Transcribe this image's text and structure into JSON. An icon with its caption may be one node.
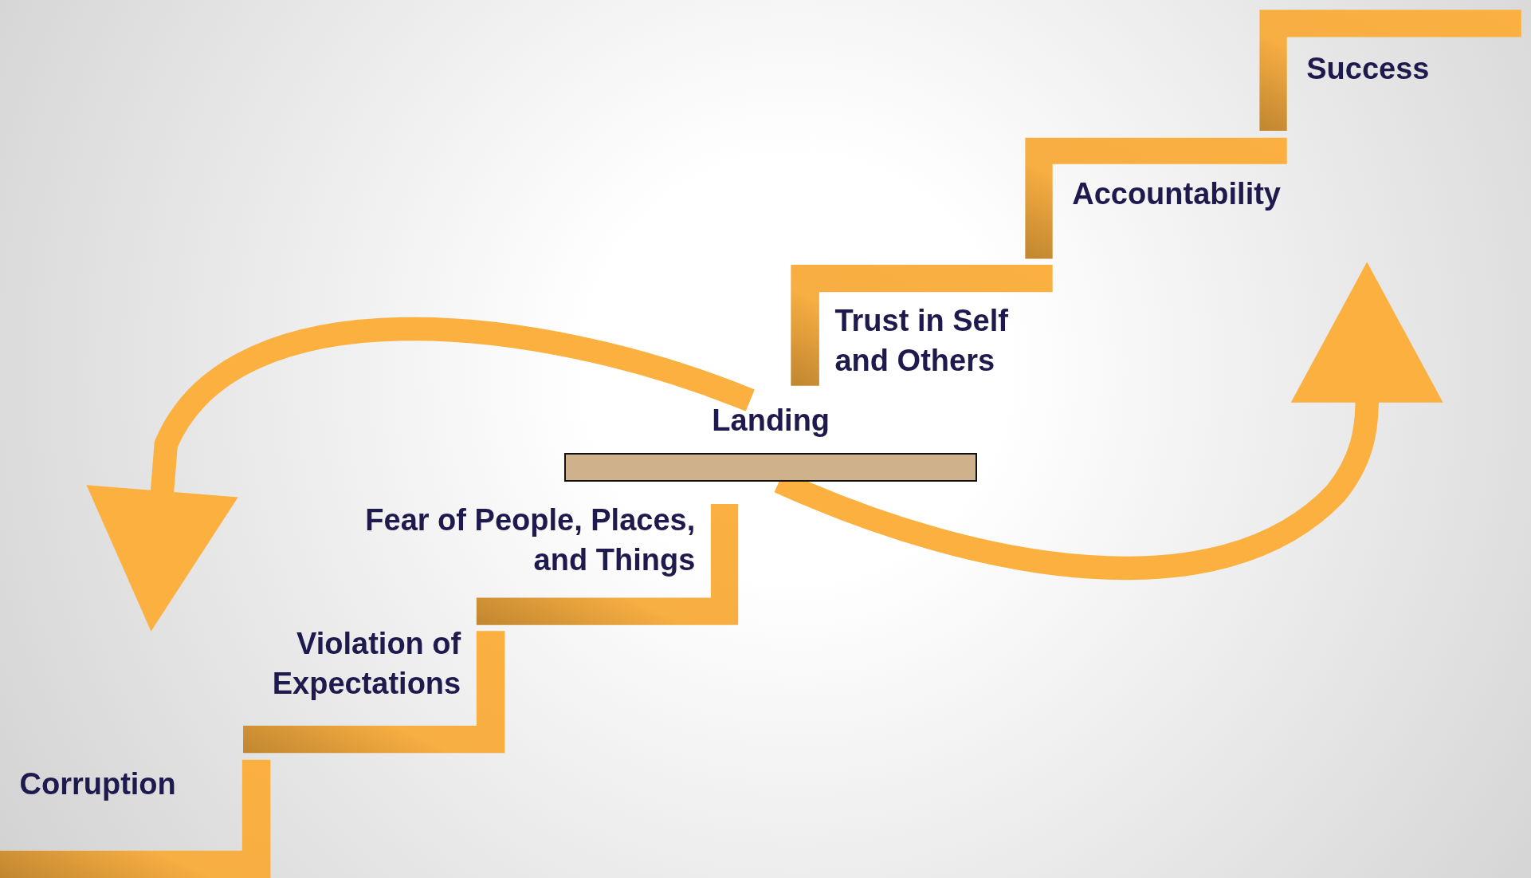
{
  "diagram": {
    "nodes": [
      {
        "text": [
          "Corruption"
        ]
      },
      {
        "text": [
          "Violation of Expectations"
        ]
      },
      {
        "text": [
          "Fear of People, Places, and Things"
        ]
      },
      {
        "text": [
          "Landing"
        ]
      },
      {
        "text": [
          "Trust in Self and Others"
        ]
      },
      {
        "text": [
          "Accountability"
        ]
      },
      {
        "text": [
          "Success"
        ]
      }
    ],
    "edges": [
      {
        "from": 3,
        "to": null,
        "arrow": "to"
      },
      {
        "from": 3,
        "to": null,
        "arrow": "to"
      }
    ]
  }
}
